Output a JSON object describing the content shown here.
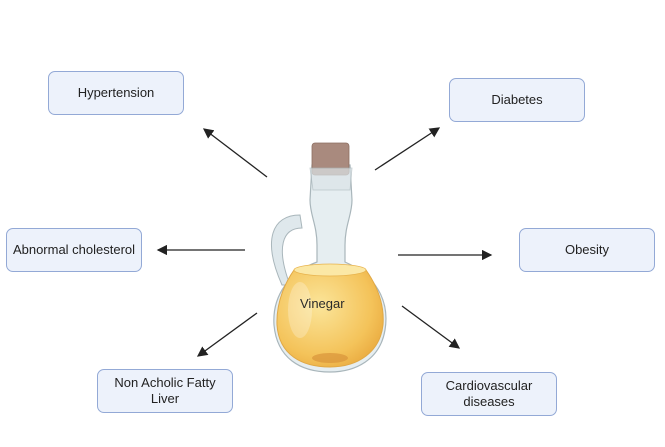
{
  "center": {
    "label": "Vinegar"
  },
  "conditions": [
    {
      "label": "Hypertension"
    },
    {
      "label": "Diabetes"
    },
    {
      "label": "Abnormal cholesterol"
    },
    {
      "label": "Obesity"
    },
    {
      "label": "Non Acholic Fatty Liver"
    },
    {
      "label": "Cardiovascular diseases"
    }
  ],
  "colors": {
    "box_fill": "#edf2fb",
    "box_border": "#93a9d6",
    "liquid": "#f5c55a",
    "cork": "#a98a7e"
  }
}
